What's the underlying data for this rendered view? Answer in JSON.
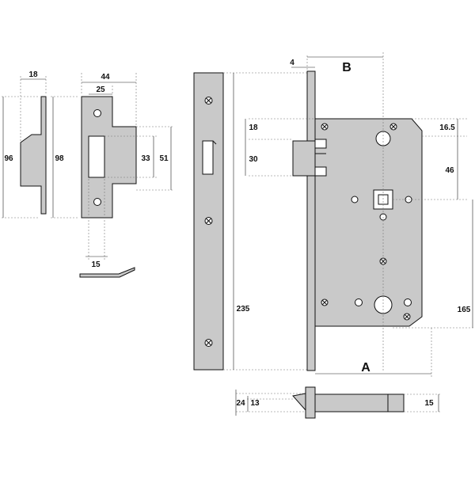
{
  "dimensions": {
    "strike_width": "18",
    "strike_height": "96",
    "plate_width": "44",
    "plate_height": "98",
    "plate_inner_width": "25",
    "opening_height": "33",
    "opening_outer_height": "51",
    "bottom_width": "15",
    "faceplate_height": "235",
    "backset_offset": "4",
    "case_top": "18",
    "latch_height": "30",
    "case_corner": "16.5",
    "follower_distance": "46",
    "centre_distance": "165",
    "latch_total": "24",
    "latch_tip": "13",
    "latch_end": "15"
  },
  "labels": {
    "backset": "B",
    "case_depth": "A"
  }
}
